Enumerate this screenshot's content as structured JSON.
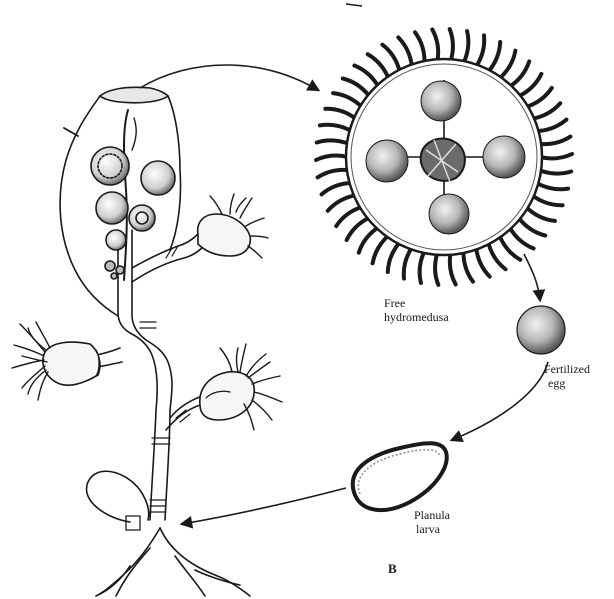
{
  "labels": {
    "medusa_line1": "Free",
    "medusa_line2": "hydromedusa",
    "egg_line1": "Fertilized",
    "egg_line2": "egg",
    "planula_line1": "Planula",
    "planula_line2": "larva",
    "panel": "B"
  },
  "colors": {
    "ink": "#1a1a1a",
    "paper": "#ffffff",
    "shade": "#8a8a8a",
    "light_shade": "#d4d4d4"
  }
}
